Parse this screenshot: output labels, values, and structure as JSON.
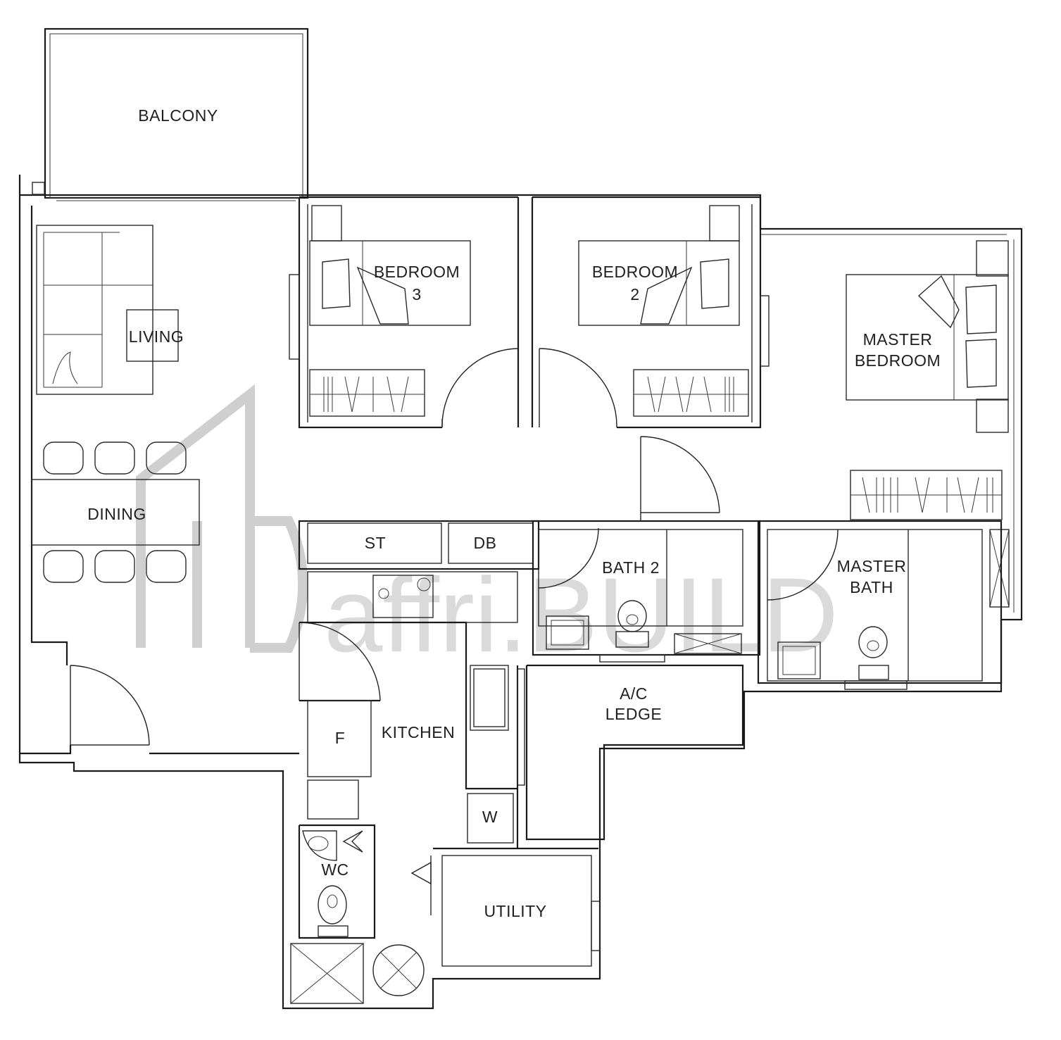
{
  "rooms": {
    "balcony": "BALCONY",
    "living": "LIVING",
    "dining": "DINING",
    "bedroom3_line1": "BEDROOM",
    "bedroom3_line2": "3",
    "bedroom2_line1": "BEDROOM",
    "bedroom2_line2": "2",
    "master_bedroom_line1": "MASTER",
    "master_bedroom_line2": "BEDROOM",
    "st": "ST",
    "db": "DB",
    "bath2": "BATH 2",
    "master_bath_line1": "MASTER",
    "master_bath_line2": "BATH",
    "ac_ledge_line1": "A/C",
    "ac_ledge_line2": "LEDGE",
    "kitchen": "KITCHEN",
    "fridge": "F",
    "washer": "W",
    "wc": "WC",
    "utility": "UTILITY"
  },
  "watermark": {
    "text": "affri.BUILD"
  }
}
